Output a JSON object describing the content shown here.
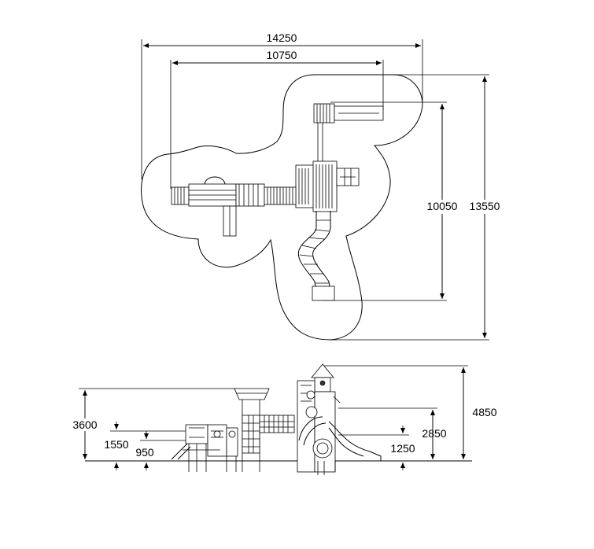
{
  "plan_view": {
    "overall_width": "14250",
    "inner_width": "10750",
    "inner_depth": "10050",
    "overall_depth": "13550"
  },
  "elevation_view": {
    "max_height": "4850",
    "height_left": "3600",
    "height_mid": "2850",
    "platform_high": "1550",
    "platform_low": "950",
    "platform_right": "1250"
  }
}
